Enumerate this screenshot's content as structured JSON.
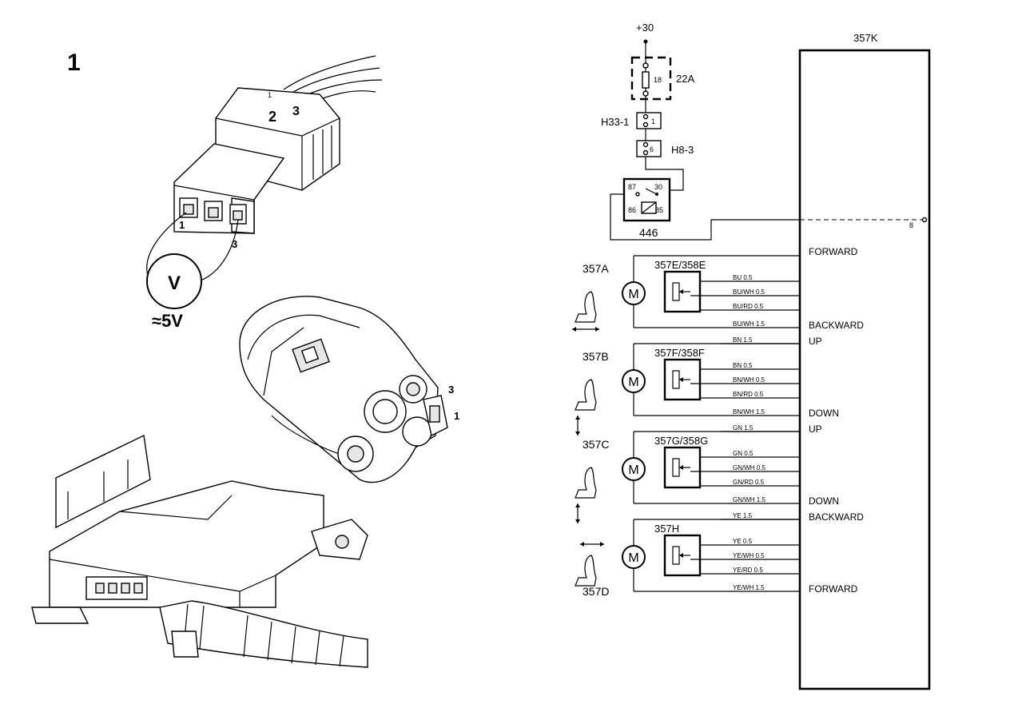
{
  "figure": {
    "number": "1",
    "voltage_label": "≈5V",
    "meter_symbol": "V",
    "connector_pins": [
      "1",
      "2",
      "3"
    ],
    "connector_pin_callouts": [
      "1",
      "3"
    ],
    "sensor_pin_callouts": [
      "3",
      "1"
    ]
  },
  "schematic": {
    "supply": "+30",
    "fuse": {
      "id": "22A",
      "number": "18"
    },
    "connector_h33": {
      "id": "H33-1",
      "pin": "1"
    },
    "connector_h8": {
      "id": "H8-3",
      "pin": "6"
    },
    "relay": {
      "id": "446",
      "pins": [
        "87",
        "30",
        "86",
        "85"
      ]
    },
    "module": {
      "id": "357K",
      "pin": "8"
    },
    "motors": [
      {
        "id": "357A",
        "symbol": "M",
        "sensor": "357E/358E",
        "sensor_wires": [
          "BU 0.5",
          "BU/WH 0.5",
          "BU/RD 0.5"
        ],
        "drive_wires": [
          {
            "label": "BU/WH 1.5",
            "function": "BACKWARD"
          },
          {
            "label": "BN 1.5",
            "function": "UP"
          }
        ],
        "top_function": "FORWARD"
      },
      {
        "id": "357B",
        "symbol": "M",
        "sensor": "357F/358F",
        "sensor_wires": [
          "BN 0.5",
          "BN/WH 0.5",
          "BN/RD 0.5"
        ],
        "drive_wires": [
          {
            "label": "BN/WH 1.5",
            "function": "DOWN"
          },
          {
            "label": "GN 1.5",
            "function": "UP"
          }
        ]
      },
      {
        "id": "357C",
        "symbol": "M",
        "sensor": "357G/358G",
        "sensor_wires": [
          "GN 0.5",
          "GN/WH 0.5",
          "GN/RD 0.5"
        ],
        "drive_wires": [
          {
            "label": "GN/WH 1.5",
            "function": "DOWN"
          },
          {
            "label": "YE 1.5",
            "function": "BACKWARD"
          }
        ]
      },
      {
        "id": "357D",
        "symbol": "M",
        "sensor": "357H",
        "sensor_wires": [
          "YE 0.5",
          "YE/WH 0.5",
          "YE/RD 0.5"
        ],
        "drive_wires": [
          {
            "label": "YE/WH 1.5",
            "function": "FORWARD"
          }
        ]
      }
    ]
  }
}
